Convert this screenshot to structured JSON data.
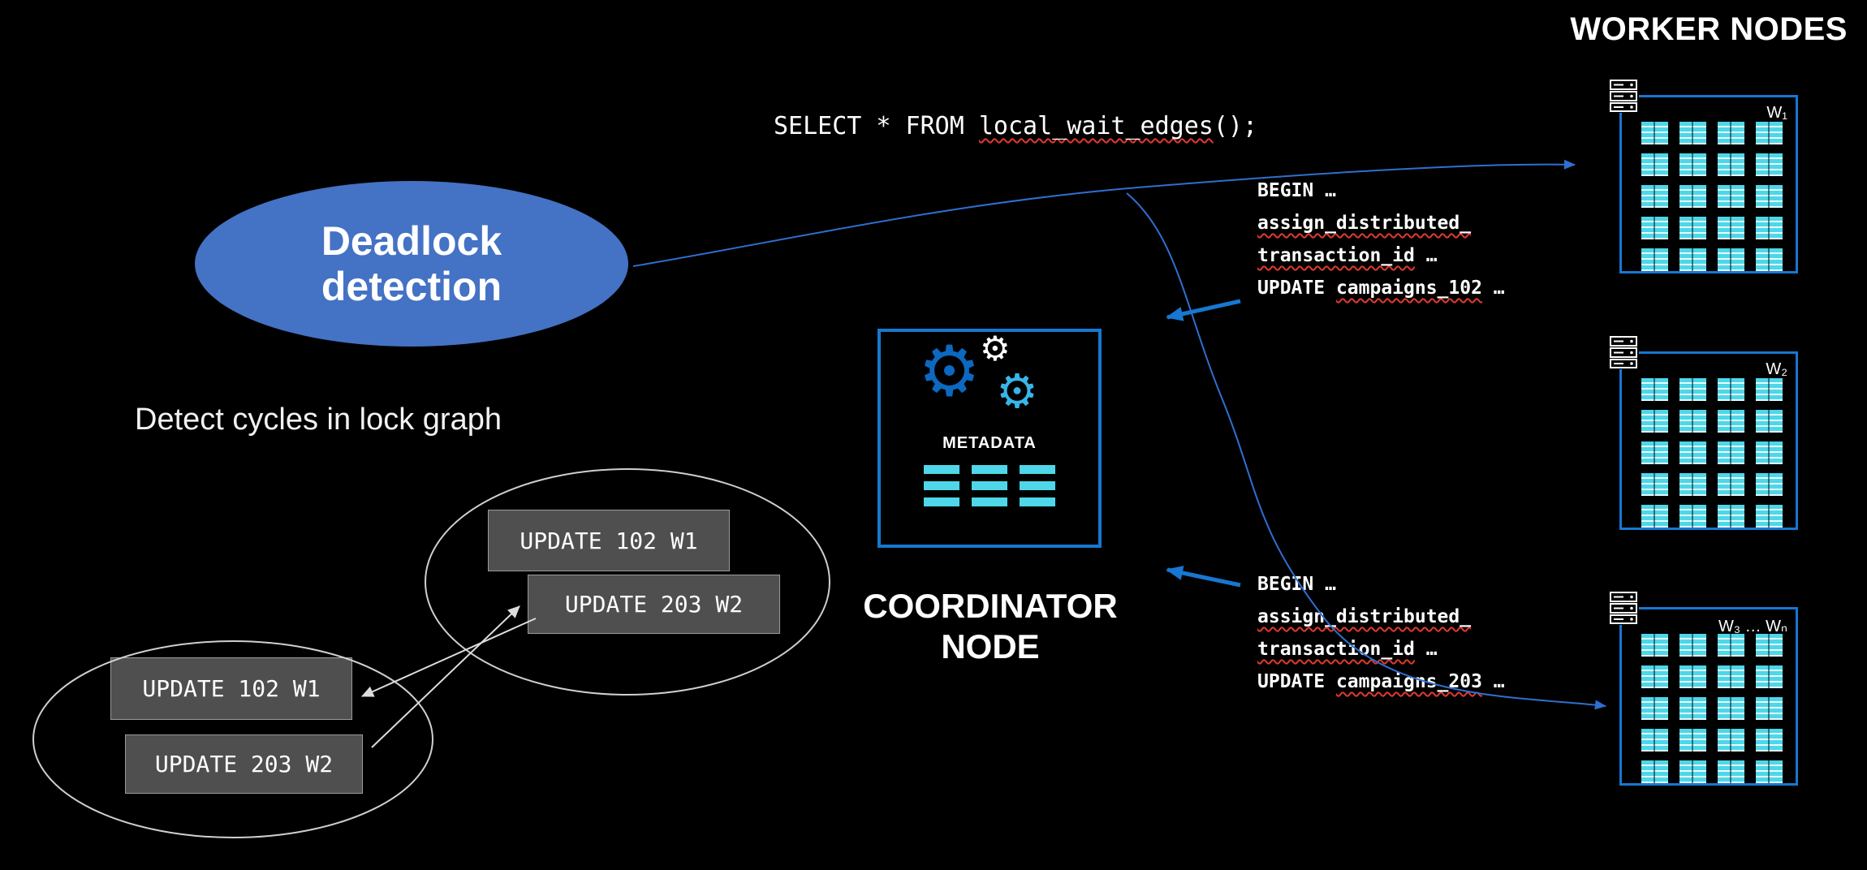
{
  "headings": {
    "worker_nodes": "WORKER NODES",
    "coordinator_node": "COORDINATOR NODE"
  },
  "sql": {
    "lines": [
      [
        {
          "t": "SELECT * FROM "
        },
        {
          "t": "local_wait_edges",
          "u": true
        },
        {
          "t": "();"
        }
      ]
    ]
  },
  "deadlock": {
    "title": "Deadlock detection",
    "caption": "Detect cycles in lock graph"
  },
  "coordinator": {
    "metadata_label": "METADATA"
  },
  "icons": {
    "gear": "⚙"
  },
  "workers": [
    {
      "label": "W₁"
    },
    {
      "label": "W₂"
    },
    {
      "label": "W₃ … Wₙ"
    }
  ],
  "tx_blocks": [
    {
      "lines": [
        [
          {
            "t": "BEGIN …"
          }
        ],
        [
          {
            "t": "assign_distributed_",
            "u": true
          }
        ],
        [
          {
            "t": "transaction_id",
            "u": true
          },
          {
            "t": " …"
          }
        ],
        [
          {
            "t": "UPDATE "
          },
          {
            "t": "campaigns_102",
            "u": true
          },
          {
            "t": " …"
          }
        ]
      ]
    },
    {
      "lines": [
        [
          {
            "t": "BEGIN …"
          }
        ],
        [
          {
            "t": "assign_distributed_",
            "u": true
          }
        ],
        [
          {
            "t": "transaction_id",
            "u": true
          },
          {
            "t": " …"
          }
        ],
        [
          {
            "t": "UPDATE "
          },
          {
            "t": "campaigns_203",
            "u": true
          },
          {
            "t": " …"
          }
        ]
      ]
    }
  ],
  "lock_graph": {
    "boxes": [
      {
        "label": "UPDATE 102 W1"
      },
      {
        "label": "UPDATE 203 W2"
      },
      {
        "label": "UPDATE 102 W1"
      },
      {
        "label": "UPDATE 203 W2"
      }
    ]
  },
  "colors": {
    "accent-blue": "#1777d2",
    "cyan": "#4dd7e8",
    "ellipse-blue": "#4472c4",
    "squiggle-red": "#e03a2e",
    "box-gray": "#4f4f4f"
  }
}
